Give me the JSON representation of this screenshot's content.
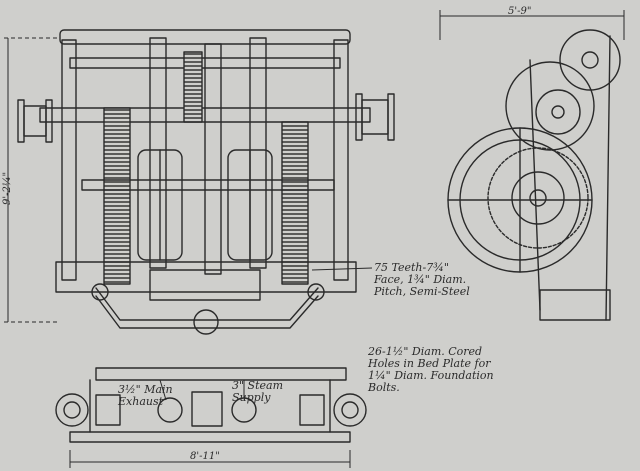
{
  "drawing": {
    "colors": {
      "paper": "#cfcfcc",
      "ink": "#2a2a2a",
      "shade": "#8a8a86"
    },
    "dimensions": {
      "overall_height": "9'-2¼\"",
      "side_width": "5'-9\"",
      "bed_length": "8'-11\""
    },
    "notes": {
      "gear_note": [
        "75 Teeth-7¾\"",
        "Face, 1¾\" Diam.",
        "Pitch, Semi-Steel"
      ],
      "bolt_note": [
        "26-1½\" Diam. Cored",
        "Holes in Bed Plate for",
        "1¼\" Diam. Foundation",
        "Bolts."
      ],
      "exhaust_label": [
        "3½\" Main",
        "Exhaust"
      ],
      "steam_label": [
        "3\" Steam",
        "Supply"
      ]
    }
  }
}
